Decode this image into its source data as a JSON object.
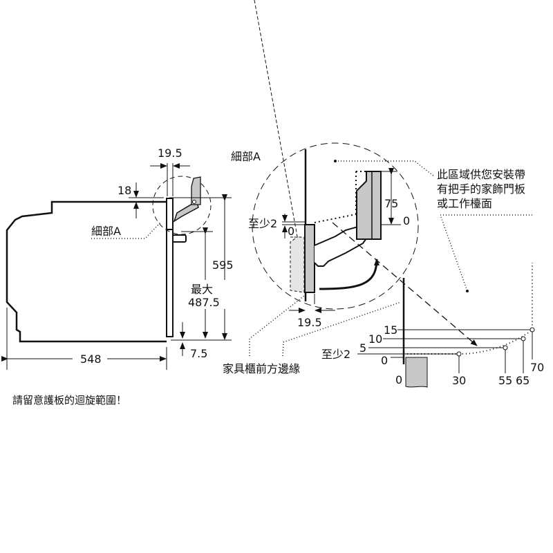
{
  "left_view": {
    "dim_depth": "548",
    "dim_height": "595",
    "dim_max_label": "最大",
    "dim_max_value": "487.5",
    "dim_door_thickness": "19.5",
    "dim_top_gap": "18",
    "dim_bottom_gap": "7.5",
    "detail_label": "細部A"
  },
  "detail_view": {
    "title": "細部A",
    "dim_at_least": "至少2",
    "dim_zero": "0",
    "dim_75": "75",
    "dim_75_zero": "0",
    "dim_door": "19.5",
    "furniture_front_edge": "家具櫃前方邊緣",
    "zone_note_lines": [
      "此區域供您安裝帶",
      "有把手的家飾門板",
      "或工作檯面"
    ]
  },
  "clearance_chart": {
    "y_labels": [
      "15",
      "10",
      "5",
      "至少2",
      "0"
    ],
    "x_labels": [
      "0",
      "30",
      "55",
      "65",
      "70"
    ]
  },
  "footer_note": "請留意護板的迴旋範圍！",
  "colors": {
    "line": "#111111",
    "fill": "#c8c8c8"
  }
}
